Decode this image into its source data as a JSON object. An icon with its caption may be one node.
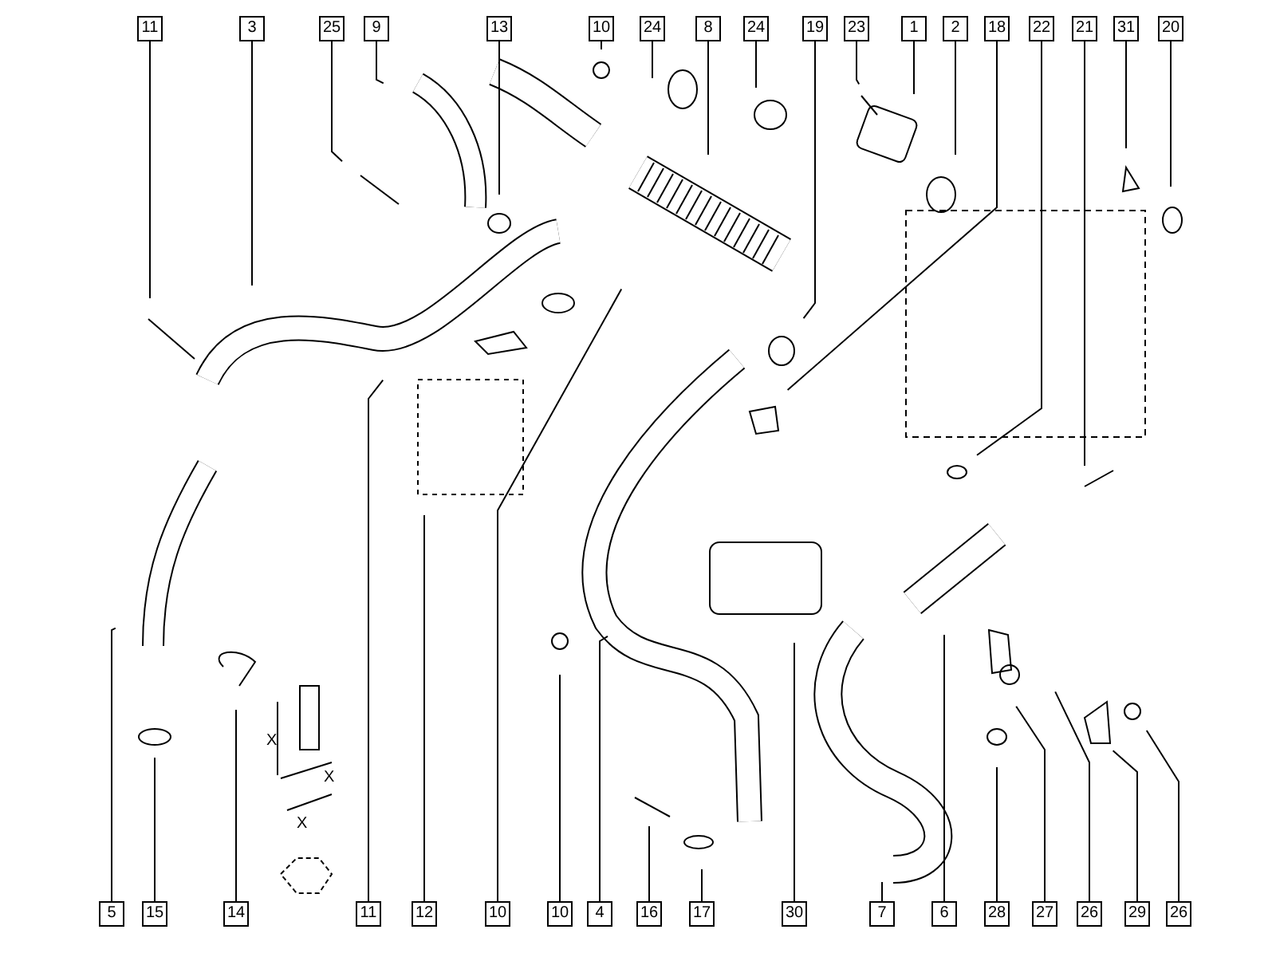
{
  "diagram": {
    "nodes": [
      {
        "text": [
          "11"
        ]
      },
      {
        "text": [
          "3"
        ]
      },
      {
        "text": [
          "25"
        ]
      },
      {
        "text": [
          "9"
        ]
      },
      {
        "text": [
          "13"
        ]
      },
      {
        "text": [
          "10"
        ]
      },
      {
        "text": [
          "24"
        ]
      },
      {
        "text": [
          "8"
        ]
      },
      {
        "text": [
          "24"
        ]
      },
      {
        "text": [
          "19"
        ]
      },
      {
        "text": [
          "23"
        ]
      },
      {
        "text": [
          "1"
        ]
      },
      {
        "text": [
          "2"
        ]
      },
      {
        "text": [
          "18"
        ]
      },
      {
        "text": [
          "22"
        ]
      },
      {
        "text": [
          "21"
        ]
      },
      {
        "text": [
          "31"
        ]
      },
      {
        "text": [
          "20"
        ]
      },
      {
        "text": [
          "5"
        ]
      },
      {
        "text": [
          "15"
        ]
      },
      {
        "text": [
          "14"
        ]
      },
      {
        "text": [
          "11"
        ]
      },
      {
        "text": [
          "12"
        ]
      },
      {
        "text": [
          "10"
        ]
      },
      {
        "text": [
          "10"
        ]
      },
      {
        "text": [
          "4"
        ]
      },
      {
        "text": [
          "16"
        ]
      },
      {
        "text": [
          "17"
        ]
      },
      {
        "text": [
          "30"
        ]
      },
      {
        "text": [
          "7"
        ]
      },
      {
        "text": [
          "6"
        ]
      },
      {
        "text": [
          "28"
        ]
      },
      {
        "text": [
          "27"
        ]
      },
      {
        "text": [
          "26"
        ]
      },
      {
        "text": [
          "29"
        ]
      },
      {
        "text": [
          "26"
        ]
      }
    ],
    "edges": [
      {
        "from": 0,
        "to": null,
        "arrow": "none"
      },
      {
        "from": 1,
        "to": null,
        "arrow": "none"
      },
      {
        "from": 2,
        "to": null,
        "arrow": "none"
      },
      {
        "from": 3,
        "to": null,
        "arrow": "none"
      },
      {
        "from": 4,
        "to": null,
        "arrow": "none"
      },
      {
        "from": 5,
        "to": null,
        "arrow": "none"
      },
      {
        "from": 6,
        "to": null,
        "arrow": "none"
      },
      {
        "from": 7,
        "to": null,
        "arrow": "none"
      },
      {
        "from": 8,
        "to": null,
        "arrow": "none"
      },
      {
        "from": 9,
        "to": null,
        "arrow": "none"
      },
      {
        "from": 10,
        "to": null,
        "arrow": "none"
      },
      {
        "from": 11,
        "to": null,
        "arrow": "none"
      },
      {
        "from": 12,
        "to": null,
        "arrow": "none"
      },
      {
        "from": 13,
        "to": null,
        "arrow": "none"
      },
      {
        "from": 14,
        "to": null,
        "arrow": "none"
      },
      {
        "from": 15,
        "to": null,
        "arrow": "none"
      },
      {
        "from": 16,
        "to": null,
        "arrow": "none"
      },
      {
        "from": 17,
        "to": null,
        "arrow": "none"
      },
      {
        "from": 18,
        "to": null,
        "arrow": "none"
      },
      {
        "from": 19,
        "to": null,
        "arrow": "none"
      },
      {
        "from": 20,
        "to": null,
        "arrow": "none"
      },
      {
        "from": 21,
        "to": null,
        "arrow": "none"
      },
      {
        "from": 22,
        "to": null,
        "arrow": "none"
      },
      {
        "from": 23,
        "to": null,
        "arrow": "none"
      },
      {
        "from": 24,
        "to": null,
        "arrow": "none"
      },
      {
        "from": 25,
        "to": null,
        "arrow": "none"
      },
      {
        "from": 26,
        "to": null,
        "arrow": "none"
      },
      {
        "from": 27,
        "to": null,
        "arrow": "none"
      },
      {
        "from": 28,
        "to": null,
        "arrow": "none"
      },
      {
        "from": 29,
        "to": null,
        "arrow": "none"
      },
      {
        "from": 30,
        "to": null,
        "arrow": "none"
      },
      {
        "from": 31,
        "to": null,
        "arrow": "none"
      },
      {
        "from": 32,
        "to": null,
        "arrow": "none"
      },
      {
        "from": 33,
        "to": null,
        "arrow": "none"
      },
      {
        "from": 34,
        "to": null,
        "arrow": "none"
      },
      {
        "from": 35,
        "to": null,
        "arrow": "none"
      }
    ],
    "labels": [
      "X",
      "X",
      "X"
    ]
  }
}
